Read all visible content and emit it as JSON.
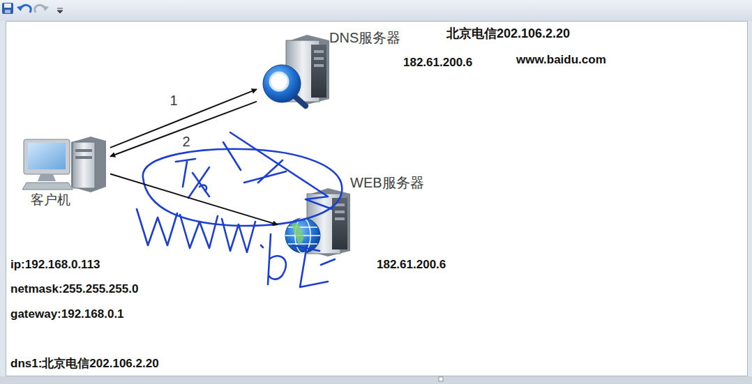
{
  "diagram": {
    "nodes": [
      {
        "text": [
          "DNS服务器"
        ]
      },
      {
        "text": [
          "客户机"
        ]
      },
      {
        "text": [
          "WEB服务器"
        ]
      }
    ],
    "edges": [
      {
        "from": 1,
        "to": 0,
        "label": "1",
        "arrow": "to"
      },
      {
        "from": 0,
        "to": 1,
        "label": "2",
        "arrow": "to"
      },
      {
        "from": 1,
        "to": 2,
        "arrow": "to"
      }
    ],
    "labels": [
      "北京电信202.106.2.20",
      "182.61.200.6",
      "www.baidu.com",
      "182.61.200.6",
      "ip:192.168.0.113",
      "netmask:255.255.255.0",
      "gateway:192.168.0.1",
      "dns1:北京电信202.106.2.20"
    ]
  }
}
